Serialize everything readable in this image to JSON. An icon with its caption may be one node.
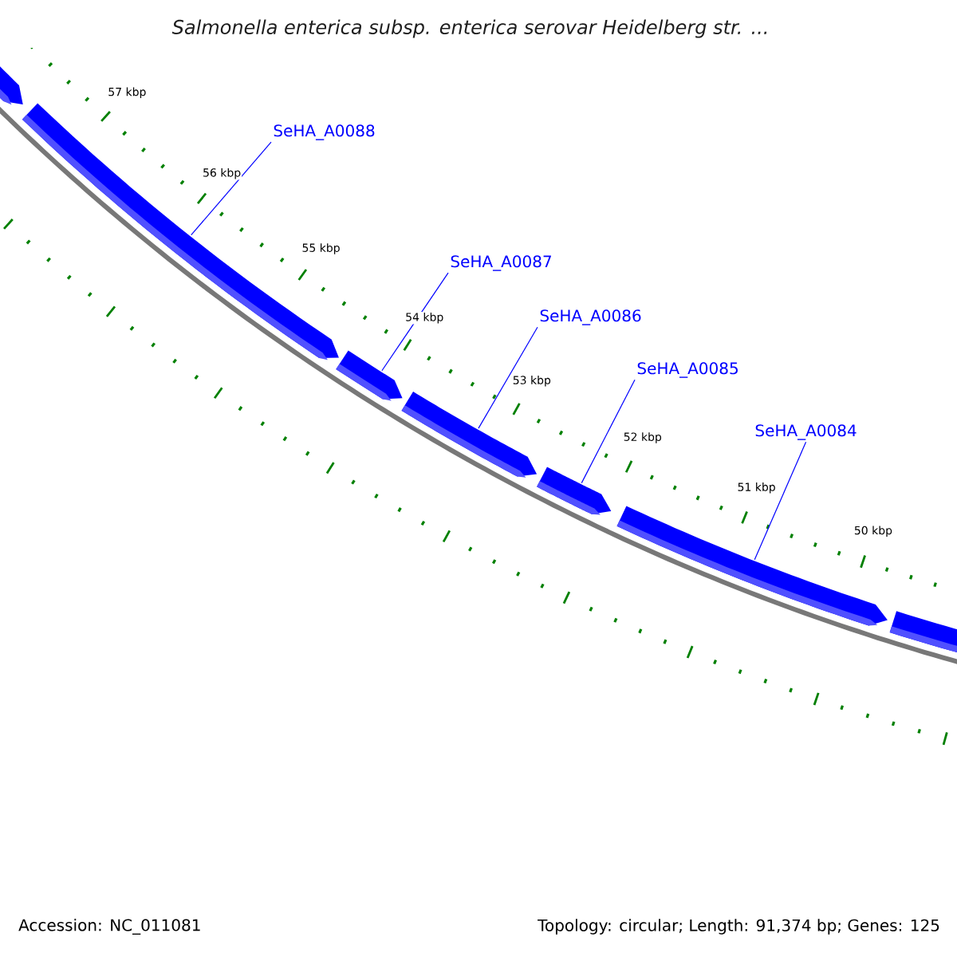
{
  "diagram": {
    "title": "Salmonella enterica subsp. enterica serovar Heidelberg str. ...",
    "nodes": [
      {
        "text": [
          "SeHA_A0088"
        ]
      },
      {
        "text": [
          "SeHA_A0087"
        ]
      },
      {
        "text": [
          "SeHA_A0086"
        ]
      },
      {
        "text": [
          "SeHA_A0085"
        ]
      },
      {
        "text": [
          "SeHA_A0084"
        ]
      },
      {
        "text": [],
        "shape": "arrow"
      },
      {
        "text": [],
        "shape": "arrow"
      },
      {
        "text": [],
        "shape": "arrow"
      },
      {
        "text": [],
        "shape": "arrow"
      },
      {
        "text": [],
        "shape": "arrow"
      },
      {
        "text": [],
        "shape": "arrow"
      },
      {
        "text": [],
        "shape": "arrow"
      }
    ],
    "edges": [
      {
        "from": 0,
        "to": 6,
        "arrow": "none"
      },
      {
        "from": 1,
        "to": 7,
        "arrow": "none"
      },
      {
        "from": 2,
        "to": 8,
        "arrow": "none"
      },
      {
        "from": 3,
        "to": 9,
        "arrow": "none"
      },
      {
        "from": 4,
        "to": 10,
        "arrow": "none"
      }
    ],
    "labels": [
      "57 kbp",
      "56 kbp",
      "55 kbp",
      "54 kbp",
      "53 kbp",
      "52 kbp",
      "51 kbp",
      "50 kbp",
      "Accession: NC_011081",
      "Topology: circular; Length: 91,374 bp; Genes: 125"
    ]
  }
}
